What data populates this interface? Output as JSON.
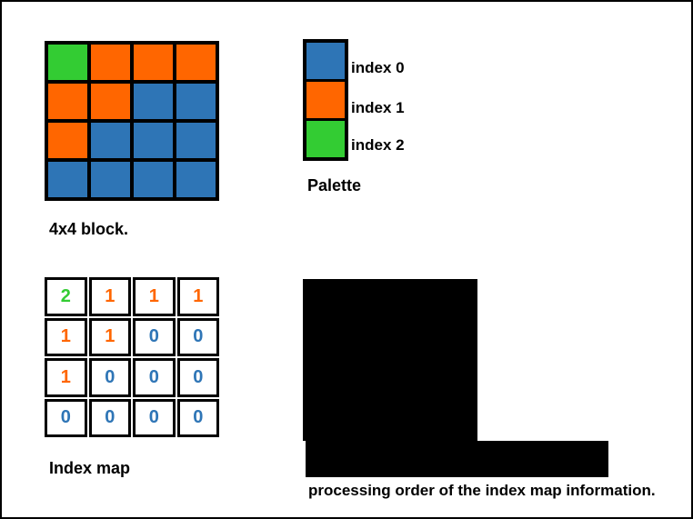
{
  "colors": {
    "blue": "#2E75B6",
    "orange": "#FF6600",
    "green": "#33CC33",
    "black": "#000000",
    "background": "#FFFFFF"
  },
  "block_4x4": {
    "caption": "4x4 block.",
    "rows": [
      [
        "green",
        "orange",
        "orange",
        "orange"
      ],
      [
        "orange",
        "orange",
        "blue",
        "blue"
      ],
      [
        "orange",
        "blue",
        "blue",
        "blue"
      ],
      [
        "blue",
        "blue",
        "blue",
        "blue"
      ]
    ]
  },
  "palette": {
    "caption": "Palette",
    "entries": [
      {
        "color": "blue",
        "label": "index 0"
      },
      {
        "color": "orange",
        "label": "index 1"
      },
      {
        "color": "green",
        "label": "index 2"
      }
    ]
  },
  "index_map": {
    "caption": "Index map",
    "rows": [
      [
        {
          "value": "2",
          "color": "green"
        },
        {
          "value": "1",
          "color": "orange"
        },
        {
          "value": "1",
          "color": "orange"
        },
        {
          "value": "1",
          "color": "orange"
        }
      ],
      [
        {
          "value": "1",
          "color": "orange"
        },
        {
          "value": "1",
          "color": "orange"
        },
        {
          "value": "0",
          "color": "blue"
        },
        {
          "value": "0",
          "color": "blue"
        }
      ],
      [
        {
          "value": "1",
          "color": "orange"
        },
        {
          "value": "0",
          "color": "blue"
        },
        {
          "value": "0",
          "color": "blue"
        },
        {
          "value": "0",
          "color": "blue"
        }
      ],
      [
        {
          "value": "0",
          "color": "blue"
        },
        {
          "value": "0",
          "color": "blue"
        },
        {
          "value": "0",
          "color": "blue"
        },
        {
          "value": "0",
          "color": "blue"
        }
      ]
    ]
  },
  "redacted_figure": {
    "caption": "processing order of the index map information."
  }
}
